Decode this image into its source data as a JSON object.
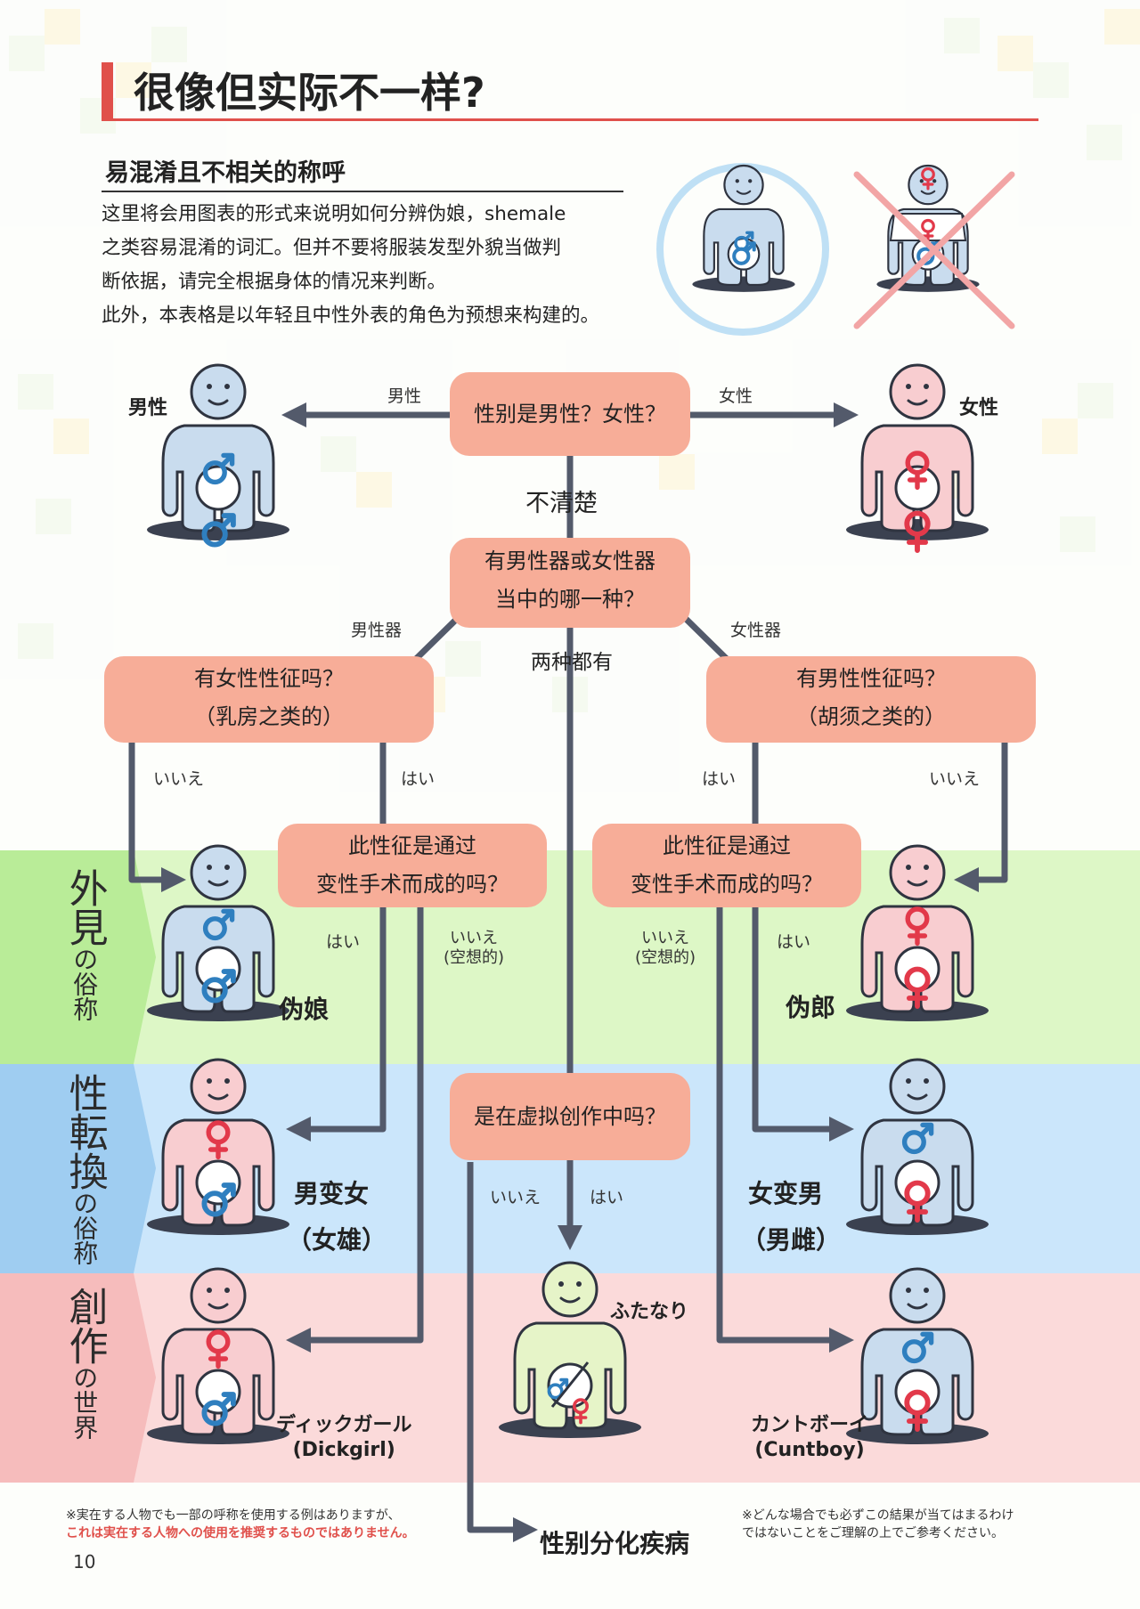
{
  "header": {
    "title": "很像但实际不一样?",
    "subtitle": "易混淆且不相关的称呼",
    "intro_lines": [
      "这里将会用图表的形式来说明如何分辨伪娘，shemale",
      "之类容易混淆的词汇。但并不要将服装发型外貌当做判",
      "断依据，请完全根据身体的情况来判断。",
      "此外，本表格是以年轻且中性外表的角色为预想来构建的。"
    ]
  },
  "questions": {
    "q1": "性别是男性？女性？",
    "q2_line1": "有男性器或女性器",
    "q2_line2": "当中的哪一种？",
    "q3_left_line1": "有女性性征吗？",
    "q3_left_line2": "（乳房之类的）",
    "q3_right_line1": "有男性性征吗？",
    "q3_right_line2": "（胡须之类的）",
    "q4_left_line1": "此性征是通过",
    "q4_left_line2": "变性手术而成的吗？",
    "q4_right_line1": "此性征是通过",
    "q4_right_line2": "变性手术而成的吗？",
    "q5": "是在虚拟创作中吗？"
  },
  "edge_labels": {
    "male": "男性",
    "female": "女性",
    "unclear": "不清楚",
    "male_organ": "男性器",
    "female_organ": "女性器",
    "both": "两种都有",
    "no_left": "いいえ",
    "yes_left": "はい",
    "yes_right": "はい",
    "no_right": "いいえ",
    "q4l_yes": "はい",
    "q4l_no_line1": "いいえ",
    "q4l_no_line2": "(空想的)",
    "q4r_no_line1": "いいえ",
    "q4r_no_line2": "(空想的)",
    "q4r_yes": "はい",
    "q5_no": "いいえ",
    "q5_yes": "はい"
  },
  "results": {
    "male": "男性",
    "female": "女性",
    "trap": "伪娘",
    "reverse_trap": "伪郎",
    "mtf_line1": "男变女",
    "mtf_line2": "（女雄）",
    "ftm_line1": "女变男",
    "ftm_line2": "（男雌）",
    "dickgirl_line1": "ディックガール",
    "dickgirl_line2": "(Dickgirl)",
    "futanari": "ふたなり",
    "cuntboy_line1": "カントボーイ",
    "cuntboy_line2": "(Cuntboy)",
    "disorder": "性别分化疾病"
  },
  "bands": {
    "appearance_big": "外見",
    "appearance_small": "の俗称",
    "transition_big": "性転換",
    "transition_small": "の俗称",
    "fiction_big": "創作",
    "fiction_small": "の世界"
  },
  "footer": {
    "note_left_line1": "※実在する人物でも一部の呼称を使用する例はありますが、",
    "note_left_line2": "これは実在する人物への使用を推奨するものではありません。",
    "note_right_line1": "※どんな場合でも必ずこの結果が当てはまるわけ",
    "note_right_line2": "ではないことをご理解の上でご参考ください。",
    "page_number": "10"
  },
  "colors": {
    "accent_red": "#e0504b",
    "question_box": "#f7ad98",
    "band_green": "#ddf7c6",
    "band_blue": "#cbe6fb",
    "band_pink": "#fbdada",
    "male_body": "#c9dcee",
    "female_body": "#f8cdd0",
    "futa_body": "#e6f4c8",
    "male_symbol": "#2f7fbf",
    "female_symbol": "#e2394a",
    "arrow": "#535a6b"
  },
  "icons": [
    "male-symbol-icon",
    "female-symbol-icon",
    "circle-icon",
    "cross-icon",
    "arrow-icon"
  ]
}
